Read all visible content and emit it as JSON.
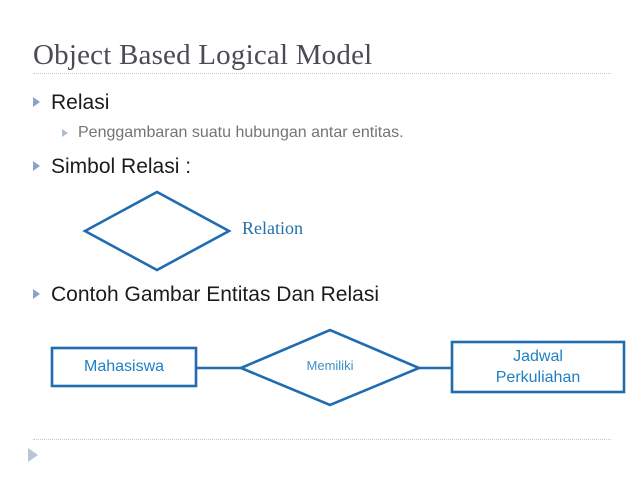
{
  "slide": {
    "title": "Object Based Logical Model",
    "bullets": [
      {
        "level": 1,
        "text": "Relasi"
      },
      {
        "level": 2,
        "text": "Penggambaran suatu hubungan antar entitas."
      },
      {
        "level": 1,
        "text": "Simbol Relasi :"
      },
      {
        "level": 1,
        "text": "Contoh Gambar Entitas Dan Relasi"
      }
    ]
  },
  "symbol_diagram": {
    "diamond_label": "Relation"
  },
  "er_diagram": {
    "entity_left": "Mahasiswa",
    "relationship": "Memiliki",
    "entity_right_line1": "Jadwal",
    "entity_right_line2": "Perkuliahan"
  },
  "colors": {
    "title": "#4b4b55",
    "bullet_level1_text": "#1c1c1c",
    "bullet_level2_text": "#747474",
    "bullet_marker": "#8ba5c0",
    "diagram_stroke": "#1f6cb0",
    "diagram_label": "#2080c4",
    "serif_label": "#2471a8",
    "rule": "#c2c8d0"
  }
}
